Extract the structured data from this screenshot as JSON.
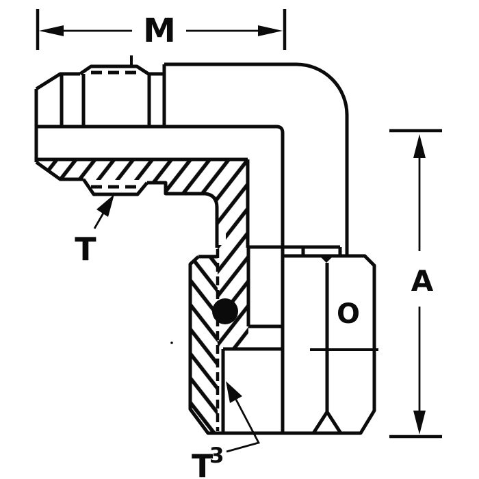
{
  "drawing": {
    "title": "Cross-section drawing of a 90-degree elbow tube fitting with swivel nut",
    "ink_color": "#0b0b0b",
    "paper_color": "#ffffff"
  },
  "labels": {
    "m": "M",
    "a": "A",
    "t": "T",
    "t3_base": "T",
    "t3_sup": "3",
    "o": "O"
  }
}
